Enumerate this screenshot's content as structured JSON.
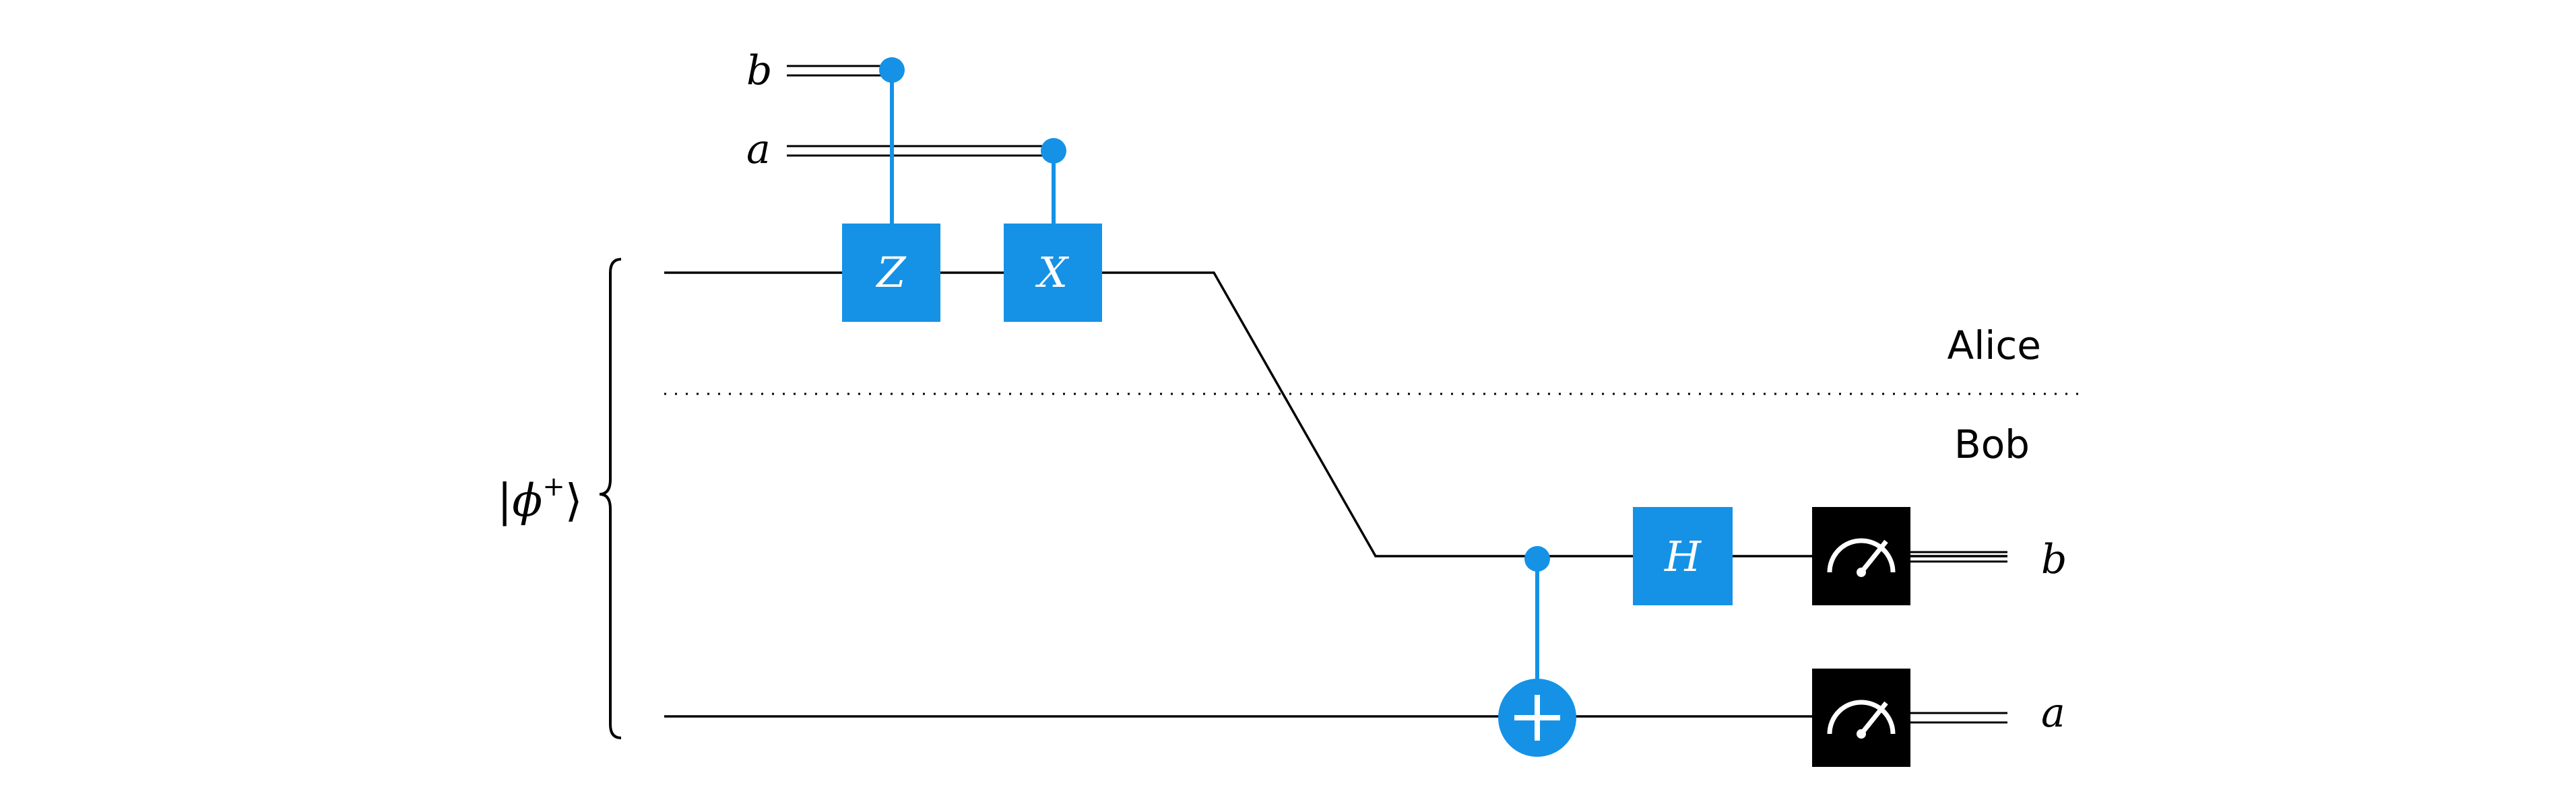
{
  "inputs": {
    "b_label": "b",
    "a_label": "a"
  },
  "gates": {
    "z_label": "Z",
    "x_label": "X",
    "h_label": "H"
  },
  "parties": {
    "alice": "Alice",
    "bob": "Bob"
  },
  "state": {
    "prefix": "|",
    "symbol": "ϕ",
    "superscript": "+",
    "suffix": "⟩"
  },
  "outputs": {
    "b_label": "b",
    "a_label": "a"
  },
  "colors": {
    "gate_blue": "#1592e6",
    "meter_black": "#000000",
    "wire": "#000000"
  },
  "icons": {
    "measurement": "measurement-meter-icon",
    "cnot_target": "cnot-target-plus-icon"
  }
}
